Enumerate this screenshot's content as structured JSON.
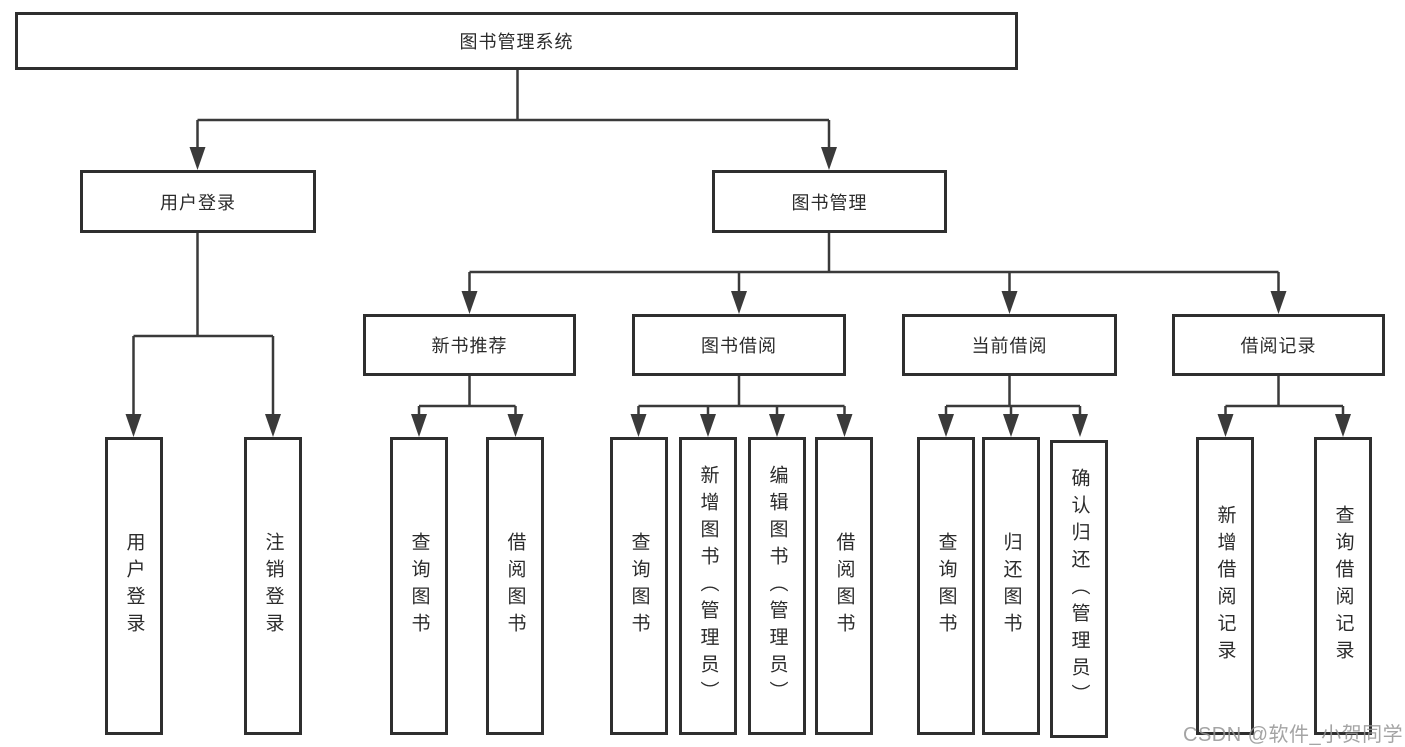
{
  "tree": {
    "label": "图书管理系统",
    "children": [
      {
        "label": "用户登录",
        "children": [
          {
            "label": "用户登录"
          },
          {
            "label": "注销登录"
          }
        ]
      },
      {
        "label": "图书管理",
        "children": [
          {
            "label": "新书推荐",
            "children": [
              {
                "label": "查询图书"
              },
              {
                "label": "借阅图书"
              }
            ]
          },
          {
            "label": "图书借阅",
            "children": [
              {
                "label": "查询图书"
              },
              {
                "label": "新增图书（管理员）"
              },
              {
                "label": "编辑图书（管理员）"
              },
              {
                "label": "借阅图书"
              }
            ]
          },
          {
            "label": "当前借阅",
            "children": [
              {
                "label": "查询图书"
              },
              {
                "label": "归还图书"
              },
              {
                "label": "确认归还（管理员）"
              }
            ]
          },
          {
            "label": "借阅记录",
            "children": [
              {
                "label": "新增借阅记录"
              },
              {
                "label": "查询借阅记录"
              }
            ]
          }
        ]
      }
    ]
  },
  "watermark": "CSDN @软件_小贺同学",
  "colors": {
    "background": "#ffffff",
    "box_border": "#2f2f2f",
    "line": "#3a3a3a",
    "text": "#2b2b2b",
    "watermark_text": "#949494"
  }
}
